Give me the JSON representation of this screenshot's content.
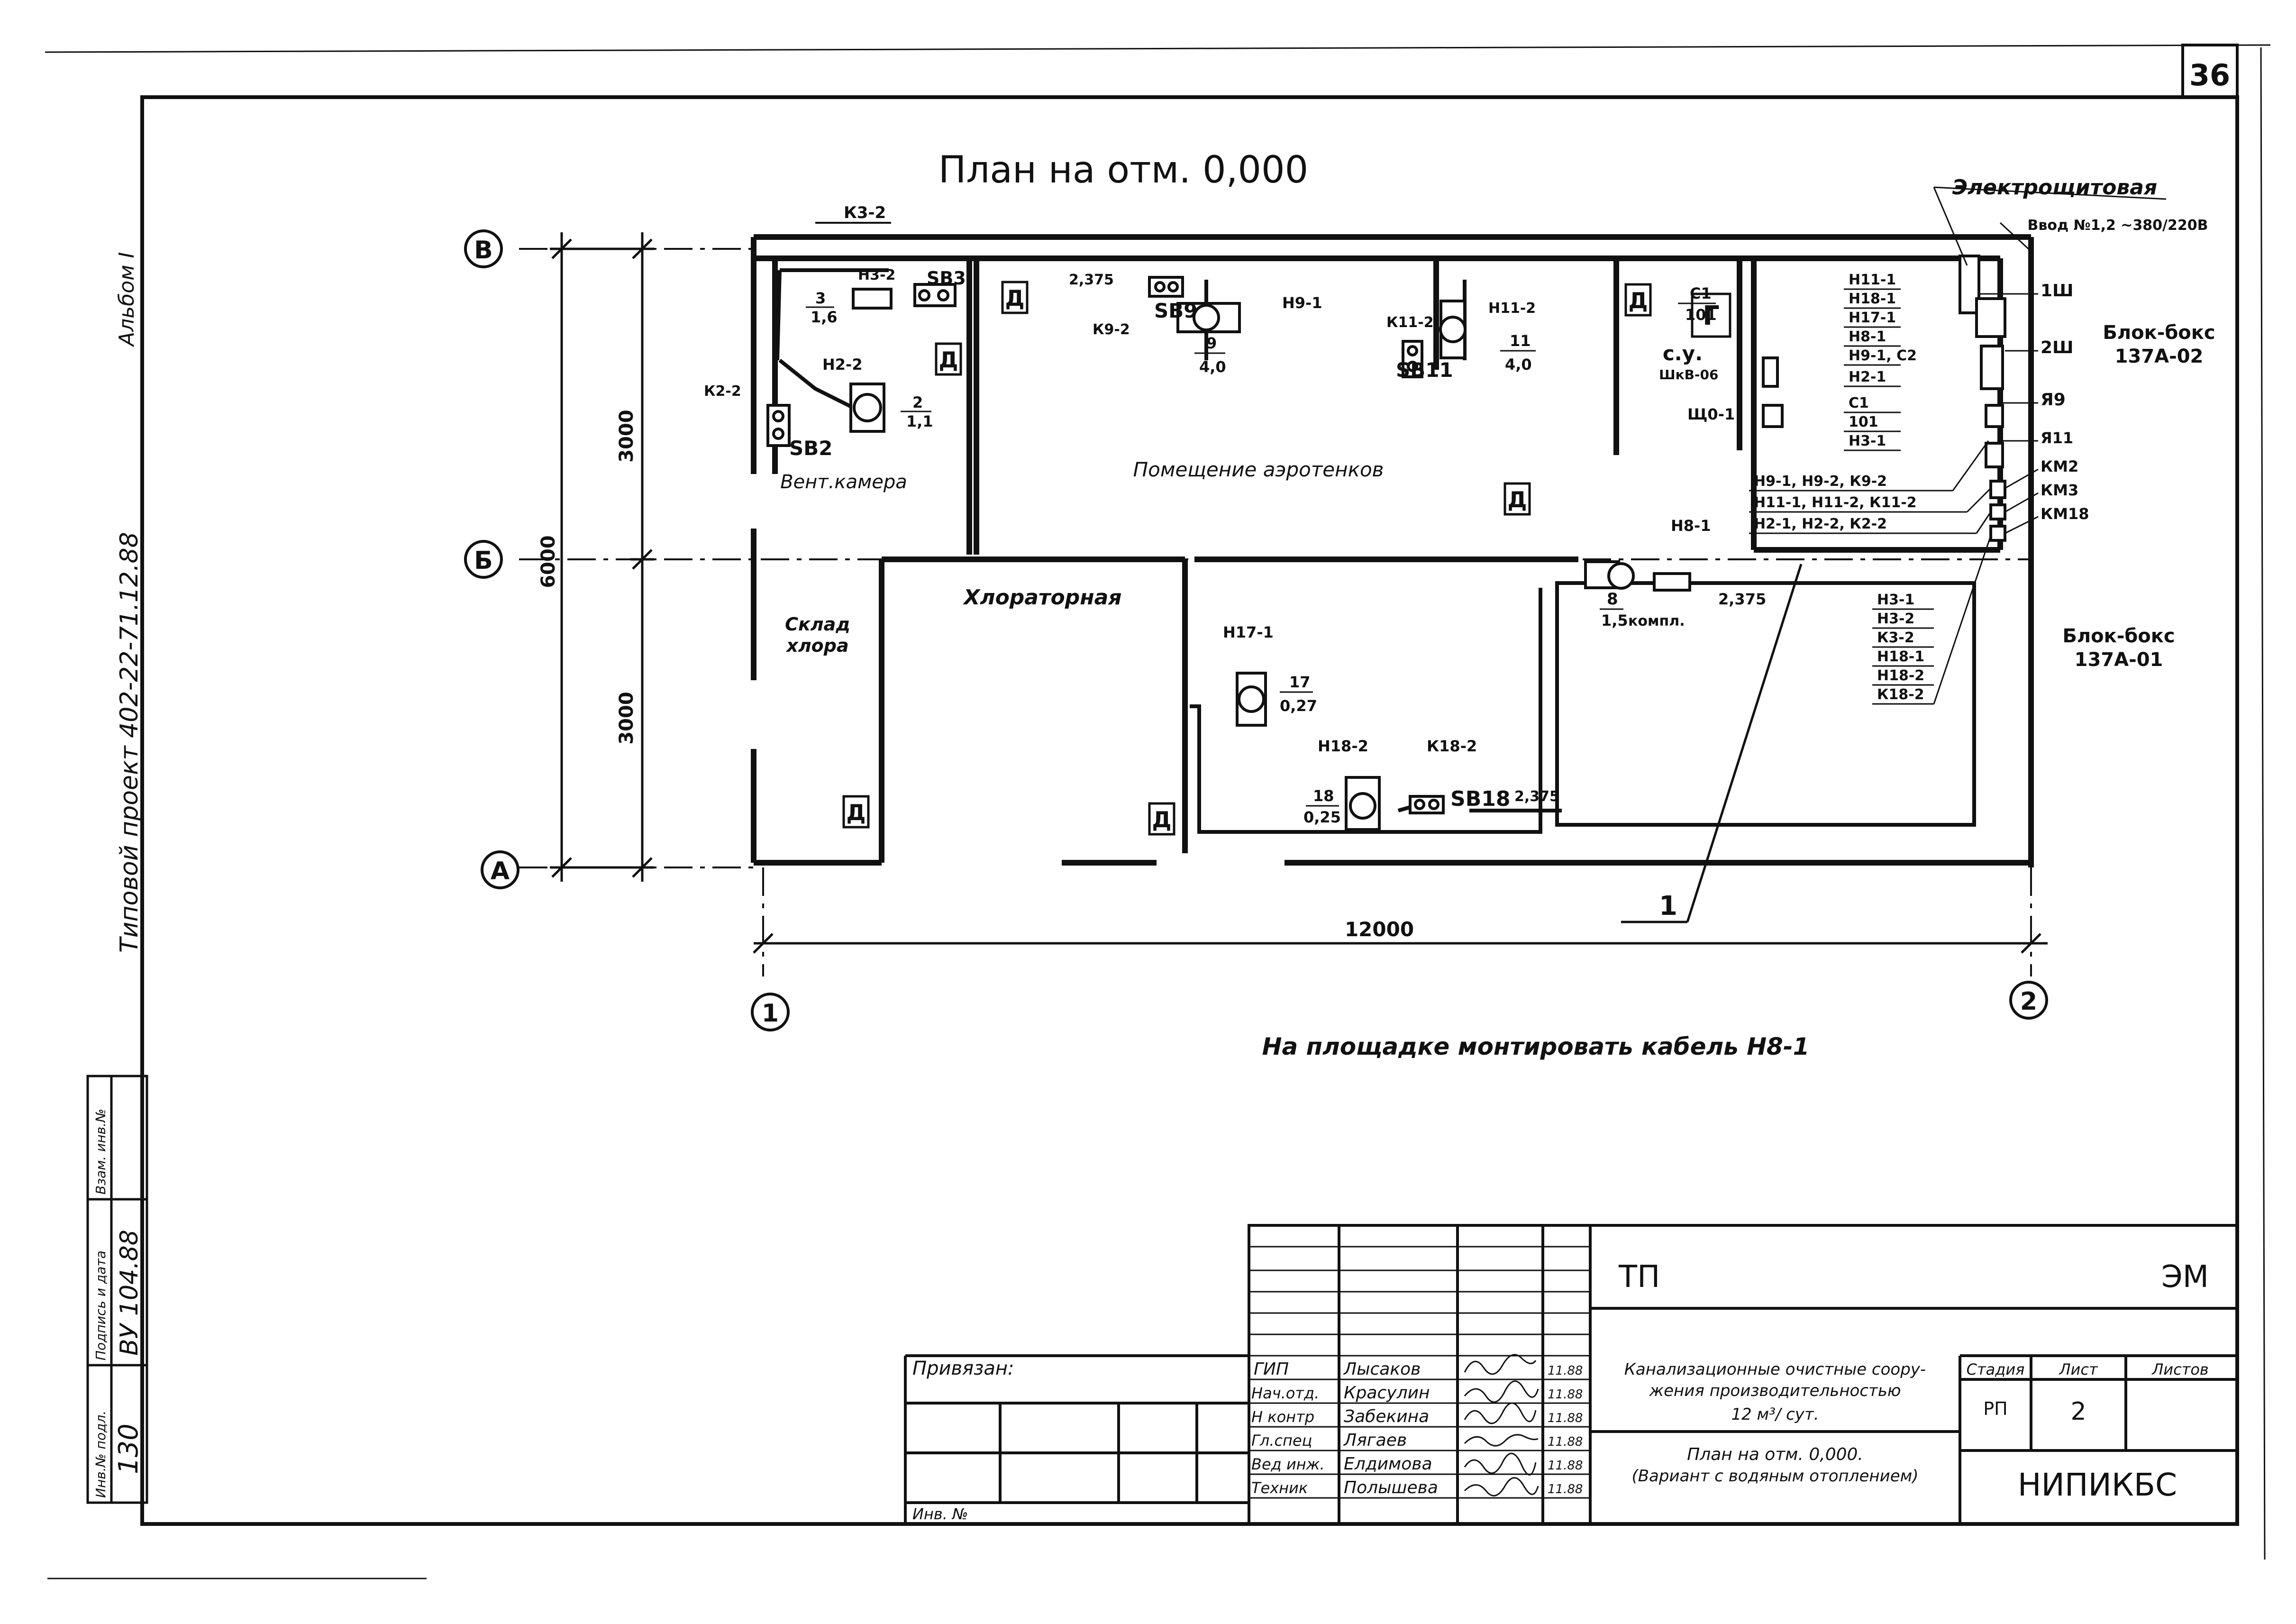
{
  "sheet": {
    "number": "36",
    "side_album": "Альбом I",
    "side_project": "Типовой проект 402-22-71.12.88",
    "title": "План на отм. 0,000",
    "bottom_note": "На площадке монтировать кабель Н8-1"
  },
  "axes": {
    "row_B": "В",
    "row_b": "Б",
    "row_A": "А",
    "col_1": "1",
    "col_2": "2",
    "dim_3000_top": "3000",
    "dim_3000_bottom": "3000",
    "dim_6000": "6000",
    "dim_12000": "12000"
  },
  "rooms": {
    "vent": "Вент.камера",
    "aero": "Помещение аэротенков",
    "chlorator": "Хлораторная",
    "sklad_1": "Склад",
    "sklad_2": "хлора",
    "su": "с.у.",
    "electro": "Электрощитовая",
    "vvod": "Ввод №1,2 ~380/220В",
    "blok02_1": "Блок-бокс",
    "blok02_2": "137А-02",
    "blok01_1": "Блок-бокс",
    "blok01_2": "137А-01"
  },
  "markers": {
    "d": "Д",
    "g": "Г"
  },
  "equipment": {
    "k3_2": "К3-2",
    "h3_2": "Н3-2",
    "sb3": "SB3",
    "e3_num": "3",
    "e3_val": "1,6",
    "k2_2": "К2-2",
    "h2_2": "Н2-2",
    "sb2": "SB2",
    "e2_num": "2",
    "e2_val": "1,1",
    "lvl_2375_a": "2,375",
    "sb9": "SB9",
    "k9_2": "К9-2",
    "h9_1": "Н9-1",
    "e9_num": "9",
    "e9_val": "4,0",
    "k11_2": "К11-2",
    "h11_2": "Н11-2",
    "sb11": "SB11",
    "e11_num": "11",
    "e11_val": "4,0",
    "c1_top": "С1",
    "c1_bot": "101",
    "shkv": "ШкВ-06",
    "sh0_1": "Щ0-1",
    "h8_1": "Н8-1",
    "e8_num": "8",
    "e8_val": "1,5",
    "e8_note": "компл.",
    "lvl_2375_b": "2,375",
    "h17_1": "Н17-1",
    "e17_num": "17",
    "e17_val": "0,27",
    "h18_2": "Н18-2",
    "k18_2": "К18-2",
    "sb18": "SB18",
    "e18_num": "18",
    "e18_val": "0,25",
    "lvl_2375_c": "2,375",
    "pos_1": "1"
  },
  "cable_list_top": [
    "Н11-1",
    "Н18-1",
    "Н17-1",
    "Н8-1",
    "Н9-1, С2",
    "Н2-1",
    "С1",
    "101",
    "Н3-1"
  ],
  "cable_list_bottom": [
    "Н3-1",
    "Н3-2",
    "К3-2",
    "Н18-1",
    "Н18-2",
    "К18-2"
  ],
  "feeder_labels": [
    "Н9-1, Н9-2, К9-2",
    "Н11-1, Н11-2, К11-2",
    "Н2-1, Н2-2, К2-2"
  ],
  "panel_labels": {
    "sh1": "1Ш",
    "sh2": "2Ш",
    "ya9": "Я9",
    "ya11": "Я11",
    "km2": "КМ2",
    "km3": "КМ3",
    "km18": "КМ18"
  },
  "stamp": {
    "privyazan": "Привязан:",
    "inv_no": "Инв. №",
    "side_inv": "Инв.№ подл.",
    "side_sign": "Подпись и дата",
    "side_vzam": "Взам. инв.№",
    "side_inv_val": "130",
    "side_sign_val": "ВУ 104.88",
    "roles": [
      "ГИП",
      "Нач.отд.",
      "Н контр",
      "Гл.спец",
      "Вед инж.",
      "Техник"
    ],
    "names": [
      "Лысаков",
      "Красулин",
      "Забекина",
      "Лягаев",
      "Елдимова",
      "Полышева"
    ],
    "dates": [
      "11.88",
      "11.88",
      "11.88",
      "11.88",
      "11.88",
      "11.88"
    ],
    "code": "ТП",
    "mark": "ЭМ",
    "object_1": "Канализационные очистные соору-",
    "object_2": "жения производительностью",
    "object_3": "12 м³/ сут.",
    "sheet_title_1": "План на отм. 0,000.",
    "sheet_title_2": "(Вариант с водяным отоплением)",
    "stage_h": "Стадия",
    "list_h": "Лист",
    "lists_h": "Листов",
    "stage": "РП",
    "list": "2",
    "org": "НИПИКБС"
  }
}
